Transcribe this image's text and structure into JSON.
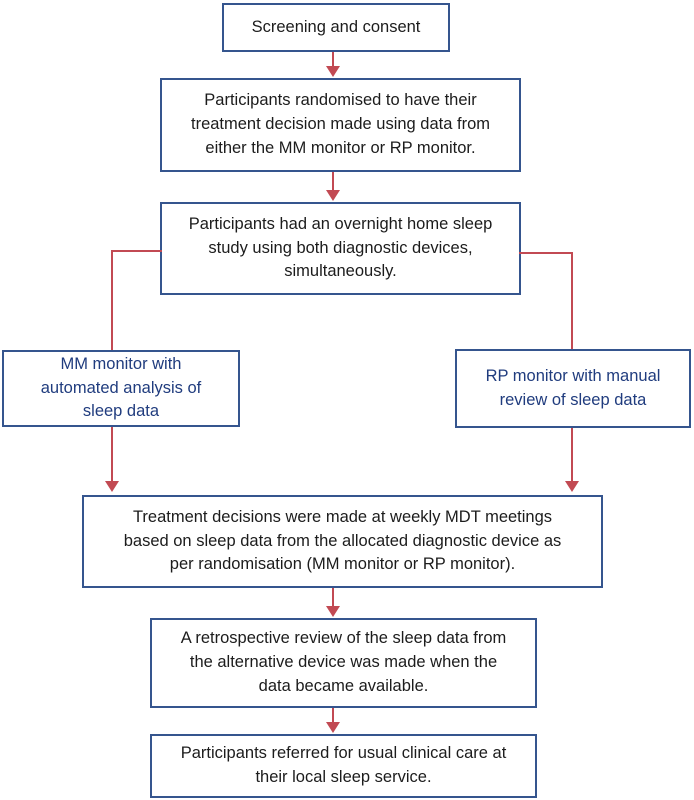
{
  "figure": {
    "type": "flowchart",
    "background": "#ffffff",
    "colors": {
      "box_border": "#35558e",
      "arrow": "#c24a53",
      "text_primary": "#1c1c1c",
      "text_branch": "#203c7e"
    },
    "nodes": [
      {
        "id": "screening",
        "text": "Screening and consent"
      },
      {
        "id": "randomised",
        "text": "Participants randomised to have their\ntreatment decision made using data from\neither the MM monitor or RP monitor."
      },
      {
        "id": "sleep-study",
        "text": "Participants had an overnight home sleep\nstudy using both diagnostic devices,\nsimultaneously."
      },
      {
        "id": "mm-monitor",
        "text": "MM monitor with\nautomated analysis of\nsleep data"
      },
      {
        "id": "rp-monitor",
        "text": "RP monitor with manual\nreview of sleep data"
      },
      {
        "id": "mdt-decisions",
        "text": "Treatment decisions were made at weekly MDT meetings\nbased on sleep data from the allocated diagnostic device as\nper randomisation (MM monitor or RP monitor)."
      },
      {
        "id": "retrospective-review",
        "text": "A retrospective review of the sleep data from\nthe alternative device was made when the\ndata became available."
      },
      {
        "id": "usual-care",
        "text": "Participants referred for usual clinical care at\ntheir local sleep service."
      }
    ],
    "edges": [
      {
        "from": "screening",
        "to": "randomised"
      },
      {
        "from": "randomised",
        "to": "sleep-study"
      },
      {
        "from": "sleep-study",
        "to": "mm-monitor"
      },
      {
        "from": "sleep-study",
        "to": "rp-monitor"
      },
      {
        "from": "mm-monitor",
        "to": "mdt-decisions"
      },
      {
        "from": "rp-monitor",
        "to": "mdt-decisions"
      },
      {
        "from": "mdt-decisions",
        "to": "retrospective-review"
      },
      {
        "from": "retrospective-review",
        "to": "usual-care"
      }
    ]
  }
}
